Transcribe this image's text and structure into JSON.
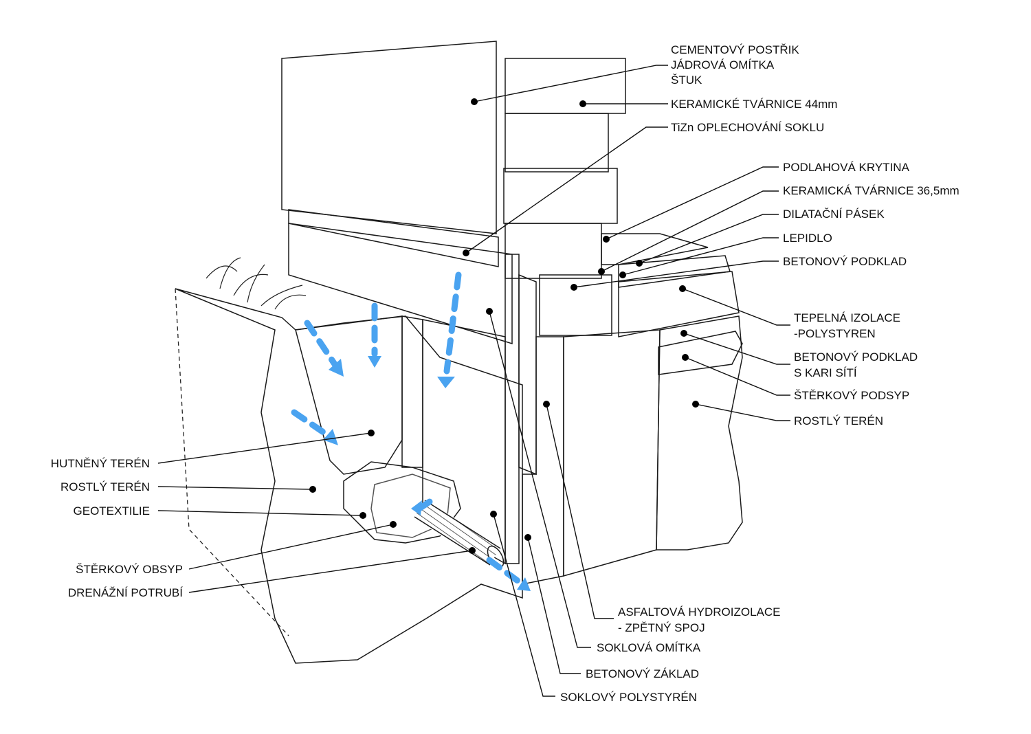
{
  "title": "Detail soklu – drenáž a založení stěny z keramických tvárnic",
  "colors": {
    "water_flow": "#4aa3f0",
    "line": "#111111",
    "metal_flashing": "#bdbdbd",
    "plinth_render": "#e4e4e4"
  },
  "labels_right": [
    {
      "id": "cementovy-postrik",
      "lines": [
        "CEMENTOVÝ POSTŘIK",
        "JÁDROVÁ OMÍTKA",
        "ŠTUK"
      ]
    },
    {
      "id": "keramicke-tvarnice-44",
      "lines": [
        "KERAMICKÉ TVÁRNICE 44mm"
      ]
    },
    {
      "id": "tizn-oplechovani",
      "lines": [
        "TiZn OPLECHOVÁNÍ SOKLU"
      ]
    },
    {
      "id": "podlahova-krytina",
      "lines": [
        "PODLAHOVÁ KRYTINA"
      ]
    },
    {
      "id": "keramicka-tvarnice-365",
      "lines": [
        "KERAMICKÁ TVÁRNICE 36,5mm"
      ]
    },
    {
      "id": "dilatacni-pasek",
      "lines": [
        "DILATAČNÍ PÁSEK"
      ]
    },
    {
      "id": "lepidlo",
      "lines": [
        "LEPIDLO"
      ]
    },
    {
      "id": "betonovy-podklad",
      "lines": [
        "BETONOVÝ PODKLAD"
      ]
    },
    {
      "id": "tepelna-izolace",
      "lines": [
        "TEPELNÁ IZOLACE",
        "-POLYSTYREN"
      ]
    },
    {
      "id": "betonovy-podklad-kari",
      "lines": [
        "BETONOVÝ PODKLAD",
        "S KARI SÍTÍ"
      ]
    },
    {
      "id": "sterkovy-podsyp",
      "lines": [
        "ŠTĚRKOVÝ PODSYP"
      ]
    },
    {
      "id": "rostly-teren-right",
      "lines": [
        "ROSTLÝ TERÉN"
      ]
    }
  ],
  "labels_left": [
    {
      "id": "hutneny-teren",
      "lines": [
        "HUTNĚNÝ TERÉN"
      ]
    },
    {
      "id": "rostly-teren-left",
      "lines": [
        "ROSTLÝ TERÉN"
      ]
    },
    {
      "id": "geotextilie",
      "lines": [
        "GEOTEXTILIE"
      ]
    },
    {
      "id": "sterkovy-obsyp",
      "lines": [
        "ŠTĚRKOVÝ OBSYP"
      ]
    },
    {
      "id": "drenazni-potrubi",
      "lines": [
        "DRENÁŽNÍ POTRUBÍ"
      ]
    }
  ],
  "labels_bottom": [
    {
      "id": "asfaltova-hydroizolace",
      "lines": [
        "ASFALTOVÁ HYDROIZOLACE",
        "- ZPĚTNÝ SPOJ"
      ]
    },
    {
      "id": "soklova-omitka",
      "lines": [
        "SOKLOVÁ OMÍTKA"
      ]
    },
    {
      "id": "betonovy-zaklad",
      "lines": [
        "BETONOVÝ ZÁKLAD"
      ]
    },
    {
      "id": "soklovy-polystyren",
      "lines": [
        "SOKLOVÝ POLYSTYRÉN"
      ]
    }
  ]
}
